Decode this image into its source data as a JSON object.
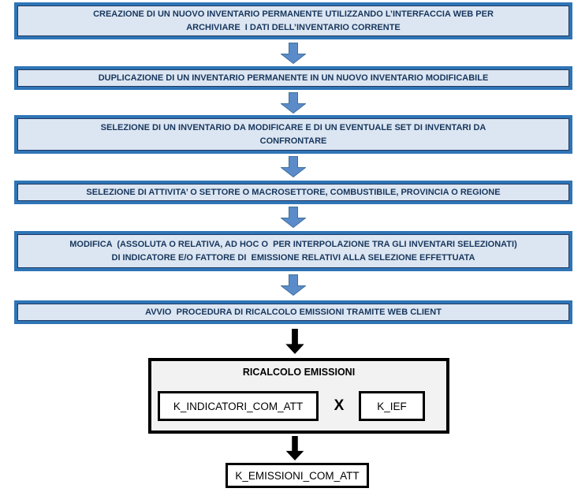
{
  "flow": {
    "steps": [
      {
        "lines": [
          "CREAZIONE DI UN NUOVO INVENTARIO PERMANENTE UTILIZZANDO L’INTERFACCIA WEB PER",
          "ARCHIVIARE  I DATI DELL’INVENTARIO CORRENTE"
        ]
      },
      {
        "lines": [
          "DUPLICAZIONE DI UN INVENTARIO PERMANENTE IN UN NUOVO INVENTARIO MODIFICABILE"
        ]
      },
      {
        "lines": [
          "SELEZIONE DI UN INVENTARIO DA MODIFICARE E DI UN EVENTUALE SET DI INVENTARI DA",
          "CONFRONTARE"
        ]
      },
      {
        "lines": [
          "SELEZIONE DI ATTIVITA’ O SETTORE O MACROSETTORE, COMBUSTIBILE, PROVINCIA O REGIONE"
        ]
      },
      {
        "lines": [
          "MODIFICA  (ASSOLUTA O RELATIVA, AD HOC O  PER INTERPOLAZIONE TRA GLI INVENTARI SELEZIONATI)",
          "DI INDICATORE E/O FATTORE DI  EMISSIONE RELATIVI ALLA SELEZIONE EFFETTUATA"
        ]
      },
      {
        "lines": [
          "AVVIO  PROCEDURA DI RICALCOLO EMISSIONI TRAMITE WEB CLIENT"
        ]
      }
    ],
    "recalc": {
      "title": "RICALCOLO EMISSIONI",
      "operand_left": "K_INDICATORI_COM_ATT",
      "operator": "X",
      "operand_right": "K_IEF"
    },
    "result": "K_EMISSIONI_COM_ATT"
  },
  "colors": {
    "box_border_blue": "#2E75B6",
    "box_fill_blue": "#DCE6F2",
    "box_text_navy": "#17365D",
    "arrow_fill_blue": "#5B8BC9",
    "arrow_stroke_blue": "#41719C",
    "black": "#000000",
    "recalc_fill_gray": "#F2F2F2",
    "white": "#FFFFFF"
  }
}
